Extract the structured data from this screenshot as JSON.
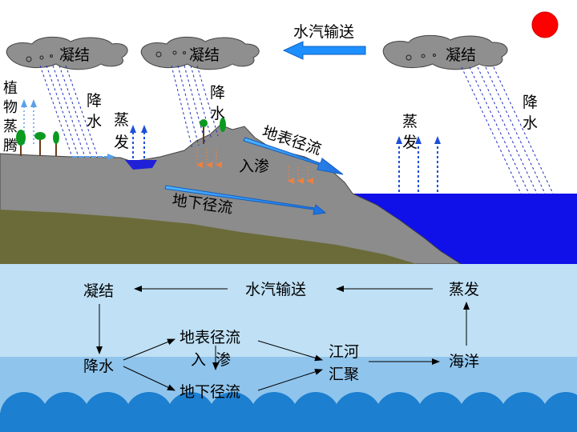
{
  "illustration": {
    "top_transport": "水汽输送",
    "condense": [
      "凝结",
      "凝结",
      "凝结"
    ],
    "plant_transpiration": [
      "植",
      "物",
      "蒸",
      "腾"
    ],
    "precip_left": [
      "降",
      "水"
    ],
    "precip_mid": [
      "降",
      "水"
    ],
    "precip_right": [
      "降",
      "水"
    ],
    "evap_lake": [
      "蒸",
      "发"
    ],
    "evap_sea": [
      "蒸",
      "发"
    ],
    "surface_runoff": "地表径流",
    "infiltration": "入渗",
    "groundwater_flow": "地下径流",
    "colors": {
      "sky": "#ffffff",
      "sea": "#1010e8",
      "rock": "#8c8c8c",
      "soil": "#6b6b3a",
      "sun": "#ff0000",
      "arrow": "#1e90ff"
    }
  },
  "flowchart": {
    "condense": "凝结",
    "transport": "水汽输送",
    "evaporation": "蒸发",
    "precipitation": "降水",
    "surface_runoff": "地表径流",
    "infiltration": "入渗",
    "groundwater": "地下径流",
    "river_line1": "江河",
    "river_line2": "汇聚",
    "ocean": "海洋"
  }
}
